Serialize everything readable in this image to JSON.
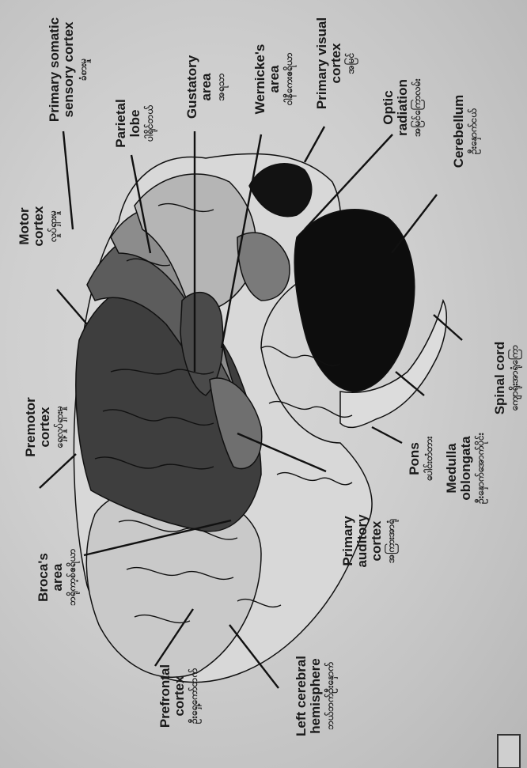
{
  "figure": {
    "colors": {
      "background": "#cdcdcd",
      "prefrontal": "#c9c9c9",
      "premotor": "#3e3e3e",
      "motor": "#5c5c5c",
      "somatosensory": "#8c8c8c",
      "parietal": "#b5b5b5",
      "temporal": "#d8d8d8",
      "gustatory": "#4a4a4a",
      "auditory": "#6f6f6f",
      "wernicke": "#7a7a7a",
      "visual": "#121212",
      "cerebellum": "#0d0d0d",
      "brainstem": "#dcdcdc",
      "lines": "#111111"
    }
  },
  "labels": {
    "prefrontal": {
      "en": [
        "Prefrontal",
        "cortex"
      ],
      "mm": "ဦးရှေ့ကော်တက်"
    },
    "left_cerebral": {
      "en": [
        "Left cerebral",
        "hemisphere"
      ],
      "mm": "ဘယ်ဘက်ဦးနှောက်"
    },
    "brocas": {
      "en": [
        "Broca's",
        "area"
      ],
      "mm": "ဘရိုကာ့စ်ဧရိယာ"
    },
    "premotor": {
      "en": [
        "Premotor",
        "cortex"
      ],
      "mm": "ရှေ့လှုပ်ရှားမှု"
    },
    "primary_auditory": {
      "en": [
        "Primary",
        "auditory",
        "cortex"
      ],
      "mm": "အကြားအာရုံ"
    },
    "motor": {
      "en": [
        "Motor",
        "cortex"
      ],
      "mm": "လှုပ်ရှားမှု"
    },
    "primary_somatic": {
      "en": [
        "Primary somatic",
        "sensory cortex"
      ],
      "mm": "ခံစားမှု"
    },
    "parietal": {
      "en": [
        "Parietal",
        "lobe"
      ],
      "mm": "ပါရိုင်တယ်"
    },
    "gustatory": {
      "en": [
        "Gustatory",
        "area"
      ],
      "mm": "အရသာ"
    },
    "wernickes": {
      "en": [
        "Wernicke's",
        "area"
      ],
      "mm": "ဝါနီကေးဧရိယာ"
    },
    "primary_visual": {
      "en": [
        "Primary visual",
        "cortex"
      ],
      "mm": "အမြင်"
    },
    "optic": {
      "en": [
        "Optic",
        "radiation"
      ],
      "mm": "အမြင်ကြောလမ်း"
    },
    "cerebellum": {
      "en": [
        "Cerebellum"
      ],
      "mm": "ဦးနှောက်ငယ်"
    },
    "pons": {
      "en": [
        "Pons"
      ],
      "mm": "ပေါင်းတံတား"
    },
    "medulla": {
      "en": [
        "Medulla",
        "oblongata"
      ],
      "mm": "ဦးနှောက်အောက်ပိုင်း"
    },
    "spinal_cord": {
      "en": [
        "Spinal cord"
      ],
      "mm": "ကျောရိုးအာရုံကြော"
    }
  }
}
